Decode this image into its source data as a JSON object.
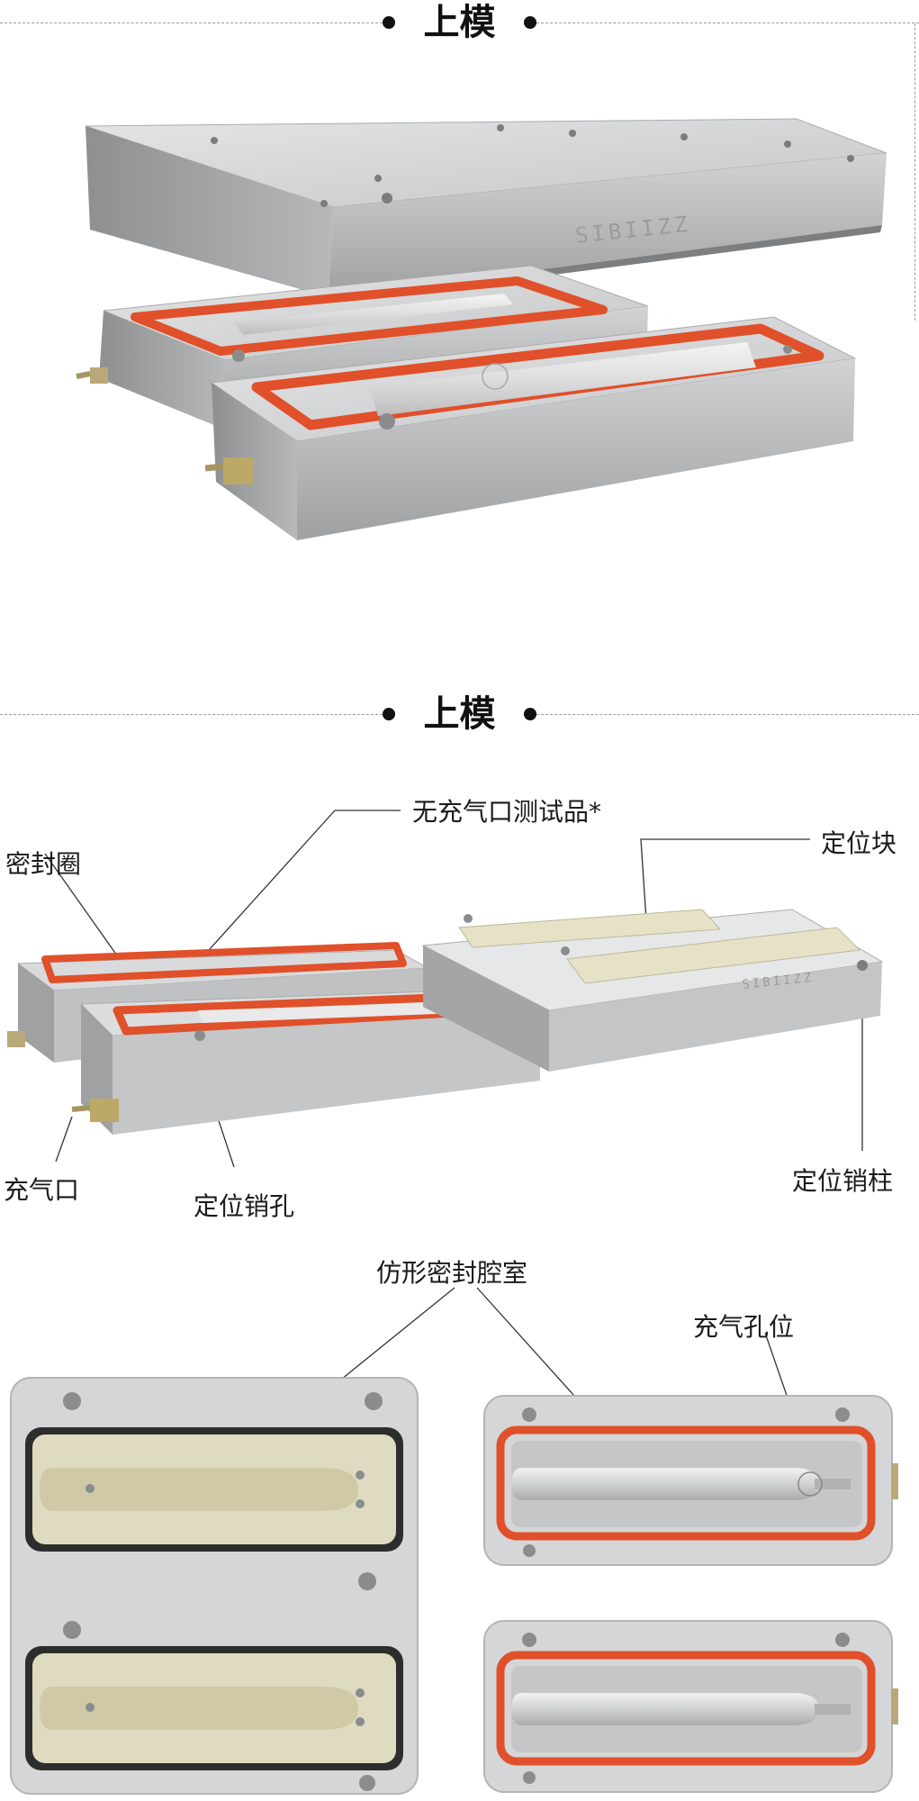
{
  "sections": [
    {
      "title": "上模"
    },
    {
      "title": "上模"
    }
  ],
  "engraving": "SIBIIZZ",
  "callouts": {
    "test_product": "无充气口测试品*",
    "seal_ring": "密封圈",
    "locating_block": "定位块",
    "inflation_port": "充气口",
    "locating_pin_hole": "定位销孔",
    "locating_pin": "定位销柱",
    "contoured_cavity": "仿形密封腔室",
    "inflation_hole": "充气孔位"
  },
  "colors": {
    "aluminum": "#c9cacb",
    "seal_red": "#e0502a",
    "beige_insert": "#e6e2c8"
  }
}
